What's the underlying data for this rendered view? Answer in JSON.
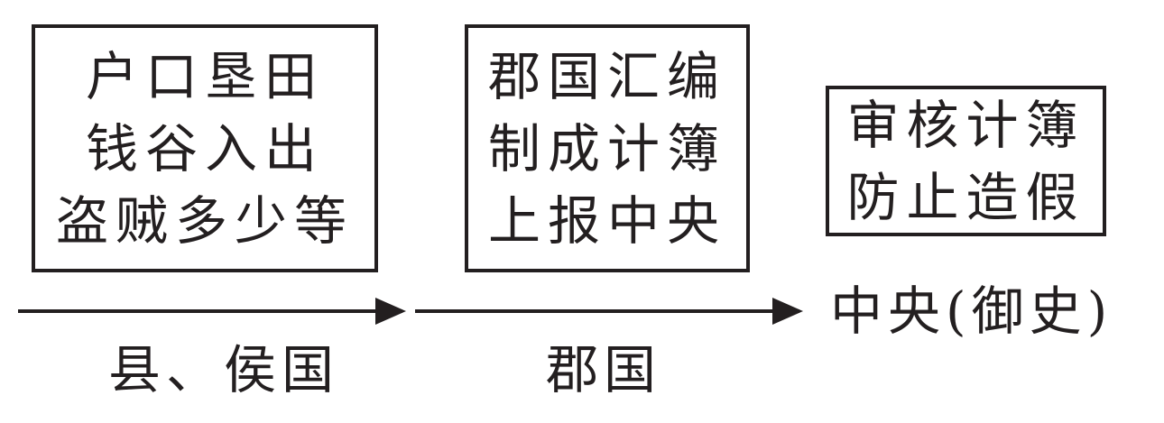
{
  "boxes": [
    {
      "lines": [
        "户口垦田",
        "钱谷入出",
        "盗贼多少等"
      ]
    },
    {
      "lines": [
        "郡国汇编",
        "制成计簿",
        "上报中央"
      ]
    },
    {
      "lines": [
        "审核计簿",
        "防止造假"
      ]
    }
  ],
  "stages": {
    "county": "县、侯国",
    "commandery": "郡国",
    "central": "中央(御史)"
  }
}
